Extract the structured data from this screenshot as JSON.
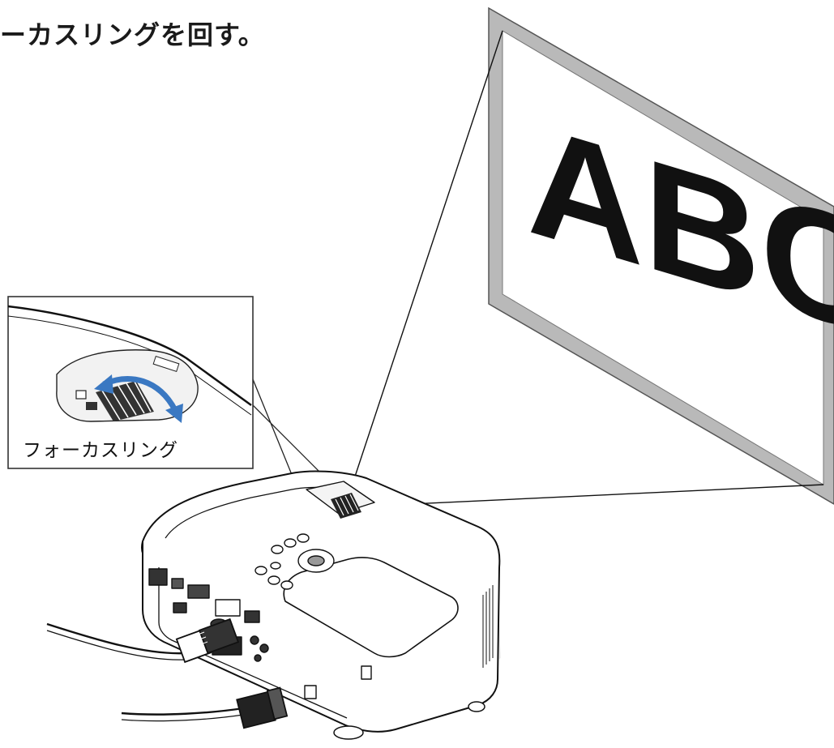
{
  "heading": "ーカスリングを回す。",
  "screen": {
    "text": "ABC"
  },
  "inset": {
    "label": "フォーカスリング"
  },
  "colors": {
    "ink": "#111111",
    "screen_frame": "#b9b9b9",
    "arrow_blue": "#3a78c2",
    "shadow": "#e6e6e6"
  },
  "icons": [
    "projector-illustration",
    "focus-ring-rotate-arrow-icon",
    "power-cable-icon",
    "signal-cable-icon"
  ]
}
